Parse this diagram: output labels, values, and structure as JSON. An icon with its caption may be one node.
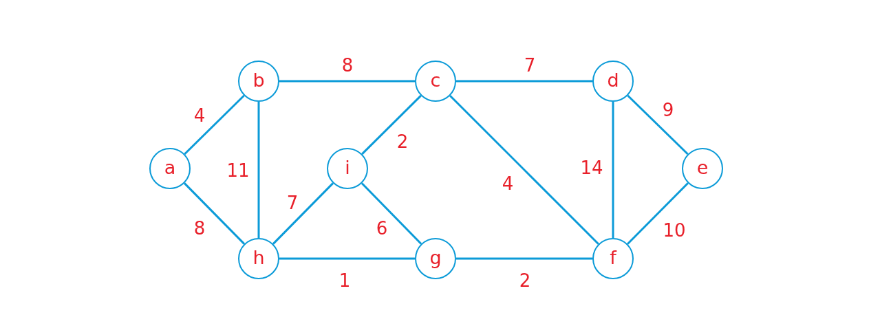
{
  "diagram": {
    "nodes": [
      {
        "text": [
          "a"
        ]
      },
      {
        "text": [
          "b"
        ]
      },
      {
        "text": [
          "c"
        ]
      },
      {
        "text": [
          "d"
        ]
      },
      {
        "text": [
          "e"
        ]
      },
      {
        "text": [
          "f"
        ]
      },
      {
        "text": [
          "g"
        ]
      },
      {
        "text": [
          "h"
        ]
      },
      {
        "text": [
          "i"
        ]
      }
    ],
    "edges": [
      {
        "from": 0,
        "to": 1,
        "arrow": "none",
        "label": "4"
      },
      {
        "from": 0,
        "to": 7,
        "arrow": "none",
        "label": "8"
      },
      {
        "from": 1,
        "to": 2,
        "arrow": "none",
        "label": "8"
      },
      {
        "from": 1,
        "to": 7,
        "arrow": "none",
        "label": "11"
      },
      {
        "from": 2,
        "to": 3,
        "arrow": "none",
        "label": "7"
      },
      {
        "from": 2,
        "to": 8,
        "arrow": "none",
        "label": "2"
      },
      {
        "from": 2,
        "to": 5,
        "arrow": "none",
        "label": "4"
      },
      {
        "from": 3,
        "to": 4,
        "arrow": "none",
        "label": "9"
      },
      {
        "from": 3,
        "to": 5,
        "arrow": "none",
        "label": "14"
      },
      {
        "from": 4,
        "to": 5,
        "arrow": "none",
        "label": "10"
      },
      {
        "from": 5,
        "to": 6,
        "arrow": "none",
        "label": "2"
      },
      {
        "from": 6,
        "to": 7,
        "arrow": "none",
        "label": "1"
      },
      {
        "from": 7,
        "to": 8,
        "arrow": "none",
        "label": "7"
      },
      {
        "from": 8,
        "to": 6,
        "arrow": "none",
        "label": "6"
      }
    ]
  }
}
